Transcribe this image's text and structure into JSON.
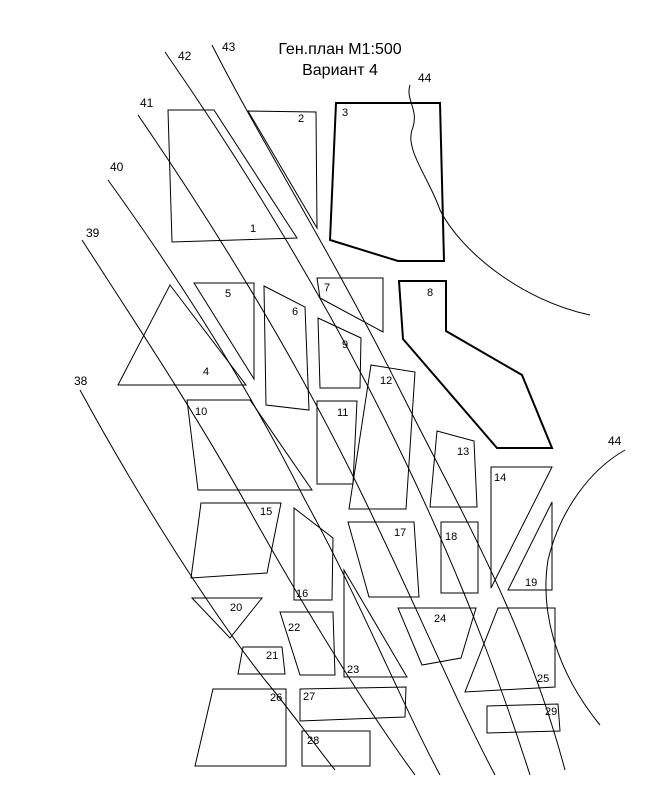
{
  "title": {
    "line1": "Ген.план М1:500",
    "line2": "Вариант 4"
  },
  "plots": [
    "1",
    "2",
    "3",
    "4",
    "5",
    "6",
    "7",
    "8",
    "9",
    "10",
    "11",
    "12",
    "13",
    "14",
    "15",
    "16",
    "17",
    "18",
    "19",
    "20",
    "21",
    "22",
    "23",
    "24",
    "25",
    "26",
    "27",
    "28",
    "29"
  ],
  "contour_lines": [
    "38",
    "39",
    "40",
    "41",
    "42",
    "43"
  ],
  "stream_label": "44",
  "stream_label_2": "44"
}
